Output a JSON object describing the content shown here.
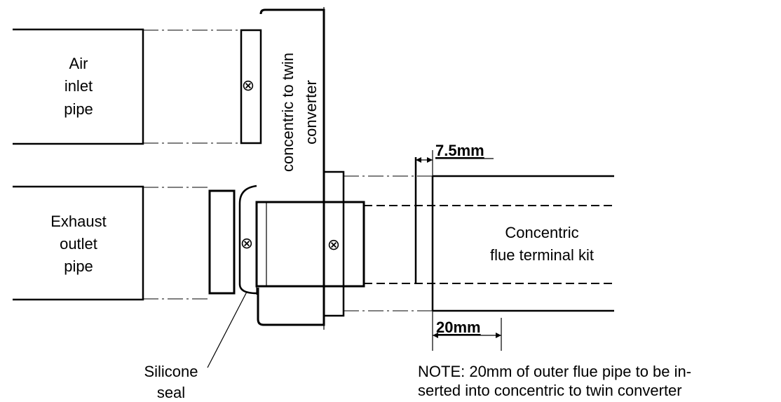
{
  "labels": {
    "air_inlet": [
      "Air",
      "inlet",
      "pipe"
    ],
    "exhaust_outlet": [
      "Exhaust",
      "outlet",
      "pipe"
    ],
    "converter": [
      "concentric to twin",
      "converter"
    ],
    "flue_kit": [
      "Concentric",
      "flue terminal kit"
    ],
    "silicone": [
      "Silicone",
      "seal"
    ],
    "dim_gap": "7.5mm",
    "dim_insert": "20mm",
    "note": [
      "NOTE: 20mm of outer flue pipe to be in-",
      "serted into concentric to twin converter"
    ]
  },
  "symbols": {
    "screw": "⊗"
  }
}
